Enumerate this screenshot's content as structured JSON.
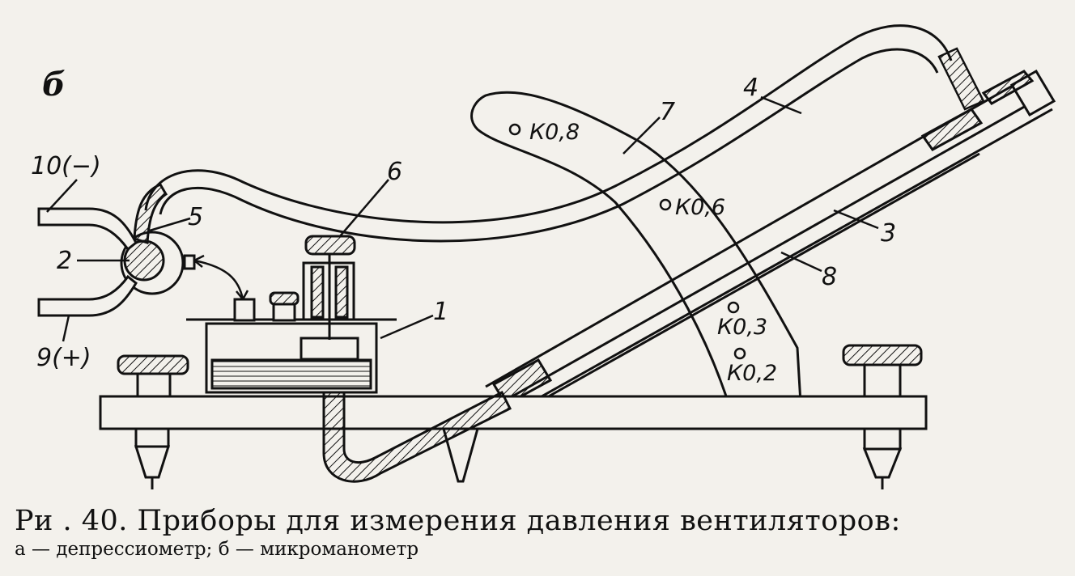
{
  "panel_letter": "б",
  "labels": {
    "n1": "1",
    "n2": "2",
    "n3": "3",
    "n4": "4",
    "n5": "5",
    "n6": "6",
    "n7": "7",
    "n8": "8",
    "n9": "9(+)",
    "n10": "10(−)"
  },
  "scale_marks": [
    "К0,8",
    "К0,6",
    "К0,3",
    "К0,2"
  ],
  "caption": {
    "line1": "Ри . 40. Приборы для измерения давления вентиляторов:",
    "line2": "а — депрессиометр; б — микроманометр"
  }
}
